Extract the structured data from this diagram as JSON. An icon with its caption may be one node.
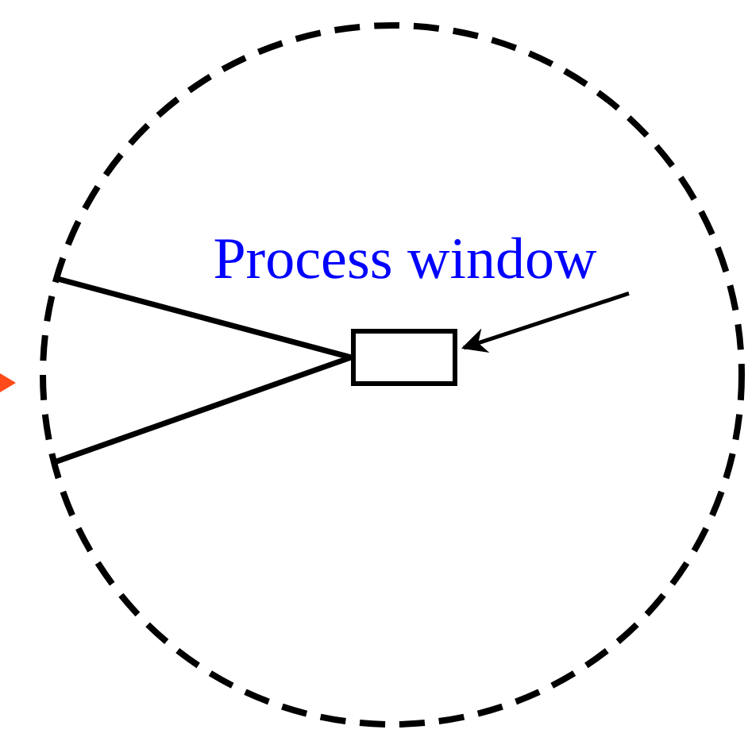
{
  "diagram": {
    "nodes": [
      {
        "text": [],
        "shape": "circle"
      },
      {
        "text": [
          "Process window"
        ],
        "in": 0
      },
      {
        "text": [],
        "shape": "box",
        "in": 0
      }
    ],
    "edges": [
      {
        "from": 1,
        "to": 2,
        "arrow": "to"
      },
      {
        "from": 0,
        "to": 2,
        "arrow": "none"
      },
      {
        "from": 0,
        "to": 2,
        "arrow": "none"
      }
    ]
  }
}
